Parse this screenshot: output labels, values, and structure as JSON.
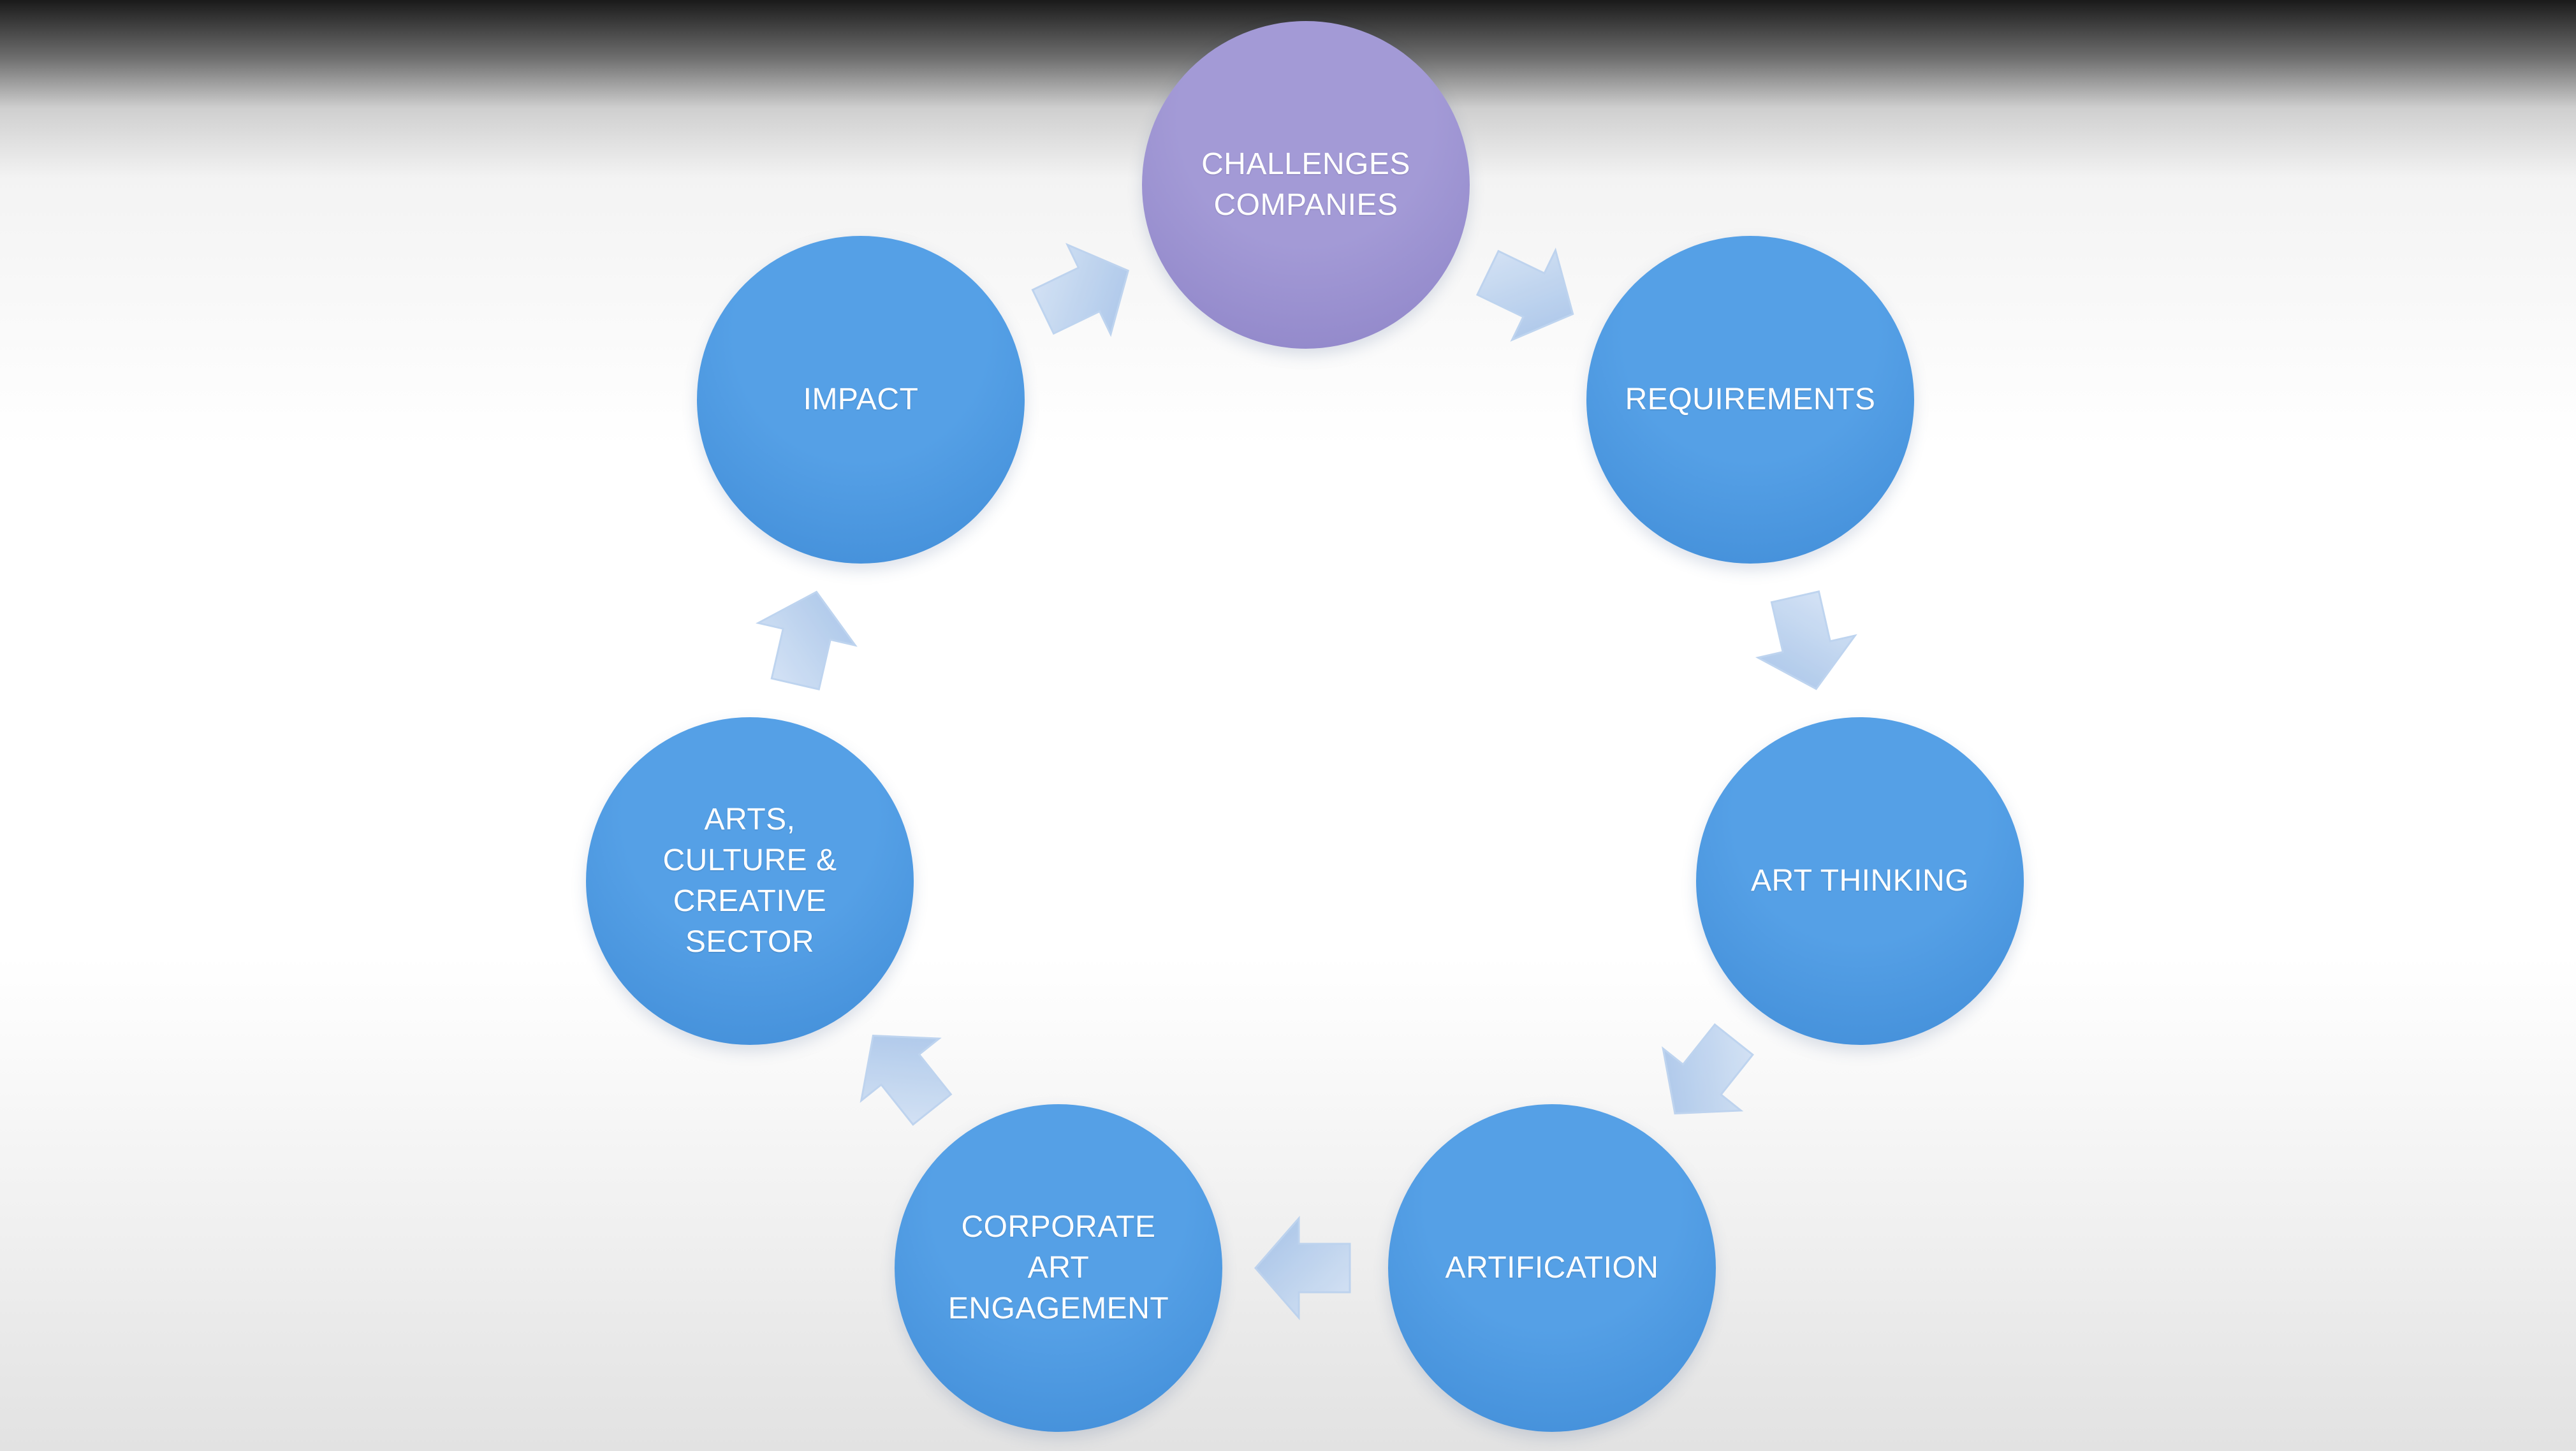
{
  "diagram": {
    "nodes": [
      {
        "id": "challenges",
        "label": "CHALLENGES\nCOMPANIES",
        "fill": "#a39ad6",
        "fill_dark": "#8c82c6"
      },
      {
        "id": "requirements",
        "label": "REQUIREMENTS",
        "fill": "#55a0e6",
        "fill_dark": "#3f8bd6"
      },
      {
        "id": "art-thinking",
        "label": "ART THINKING",
        "fill": "#55a0e6",
        "fill_dark": "#3f8bd6"
      },
      {
        "id": "artification",
        "label": "ARTIFICATION",
        "fill": "#55a0e6",
        "fill_dark": "#3f8bd6"
      },
      {
        "id": "corporate-art-engagement",
        "label": "CORPORATE\nART\nENGAGEMENT",
        "fill": "#55a0e6",
        "fill_dark": "#3f8bd6"
      },
      {
        "id": "arts-culture-creative-sector",
        "label": "ARTS,\nCULTURE &\nCREATIVE\nSECTOR",
        "fill": "#55a0e6",
        "fill_dark": "#3f8bd6"
      },
      {
        "id": "impact",
        "label": "IMPACT",
        "fill": "#55a0e6",
        "fill_dark": "#3f8bd6"
      }
    ],
    "edges": [
      {
        "from": "challenges",
        "to": "requirements"
      },
      {
        "from": "requirements",
        "to": "art-thinking"
      },
      {
        "from": "art-thinking",
        "to": "artification"
      },
      {
        "from": "artification",
        "to": "corporate-art-engagement"
      },
      {
        "from": "corporate-art-engagement",
        "to": "arts-culture-creative-sector"
      },
      {
        "from": "arts-culture-creative-sector",
        "to": "impact"
      },
      {
        "from": "impact",
        "to": "challenges"
      }
    ],
    "arrow_color": "#b8d0ee",
    "arrow_color_dark": "#9dbde6"
  }
}
